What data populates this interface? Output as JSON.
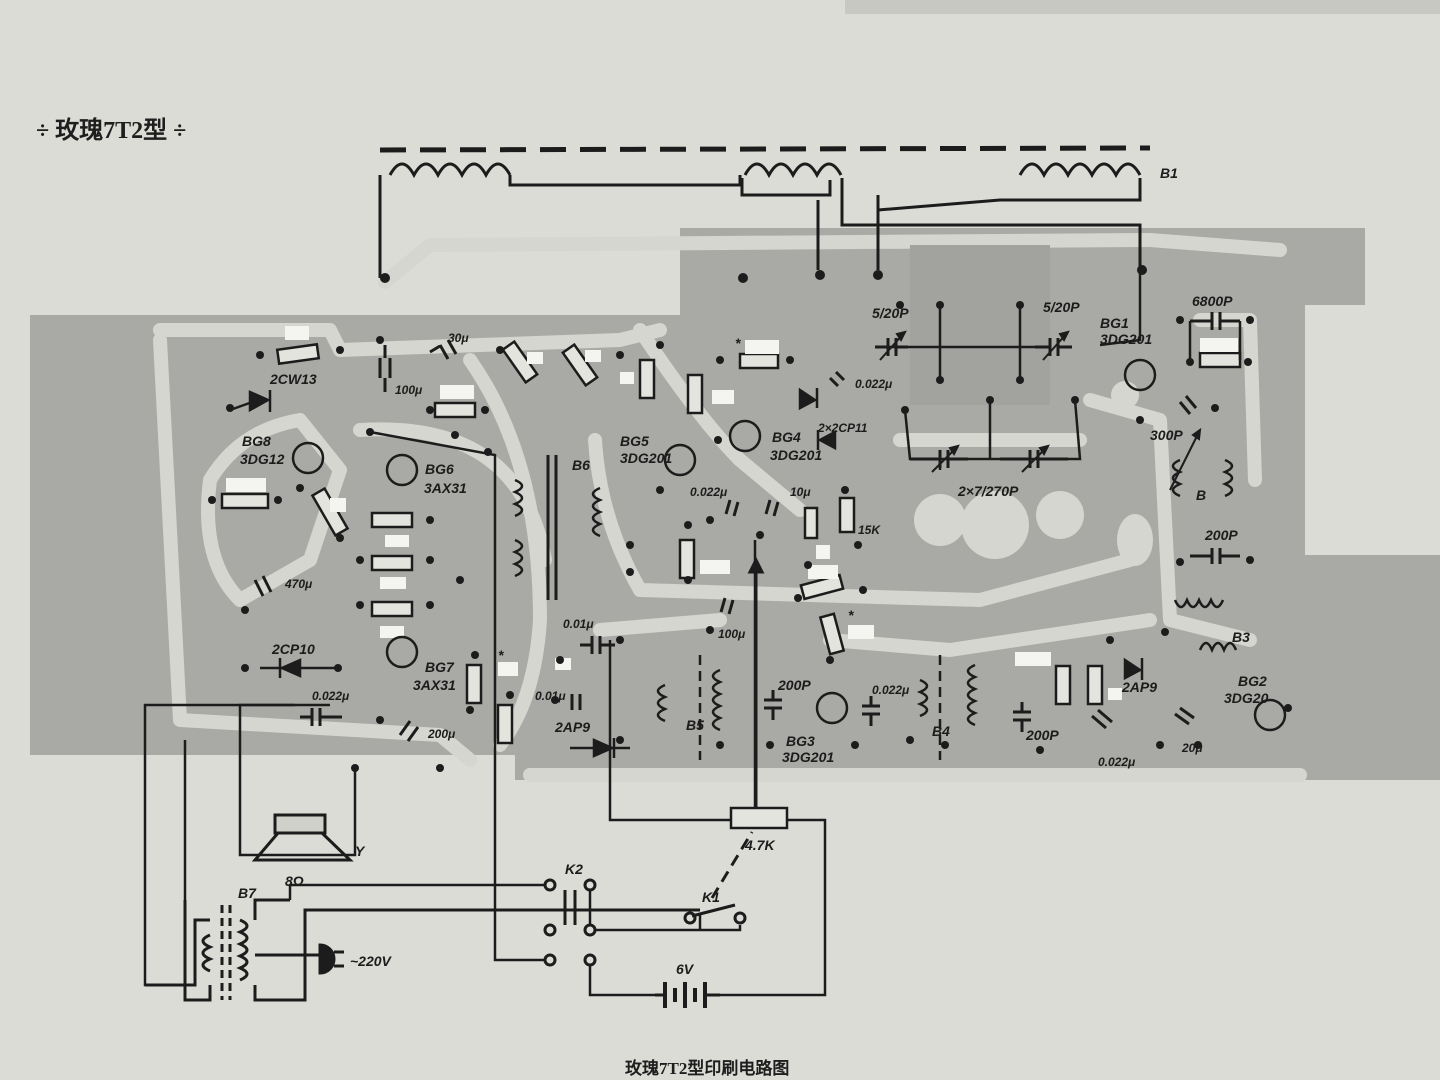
{
  "title": "÷ 玫瑰7T2型 ÷",
  "caption": "玫瑰7T2型印刷电路图",
  "colors": {
    "paper": "#dcdcd6",
    "board": "#a9a9a5",
    "trace": "#d6d6d0",
    "ink": "#1c1c1c"
  },
  "transformers": {
    "b1": "B1",
    "b2": "B",
    "b3": "B3",
    "b4": "B4",
    "b5": "B5",
    "b6": "B6",
    "b7": "B7"
  },
  "transistors": {
    "bg1": [
      "BG1",
      "3DG201"
    ],
    "bg2": [
      "BG2",
      "3DG20"
    ],
    "bg3": [
      "BG3",
      "3DG201"
    ],
    "bg4": [
      "BG4",
      "3DG201"
    ],
    "bg5": [
      "BG5",
      "3DG201"
    ],
    "bg6": [
      "BG6",
      "3AX31"
    ],
    "bg7": [
      "BG7",
      "3AX31"
    ],
    "bg8": [
      "BG8",
      "3DG12"
    ]
  },
  "diodes": {
    "d1": "2CW13",
    "d2": "2CP10",
    "d3": "2×2CP11",
    "d4": "2AP9",
    "d5": "2AP9"
  },
  "capacitors": {
    "c_5_20a": "5/20P",
    "c_5_20b": "5/20P",
    "c_6800": "6800P",
    "c_300": "300P",
    "c_200a": "200P",
    "c_200b": "200P",
    "c_200c": "200P",
    "c_2x7": "2×7/270P",
    "c_30u": "30μ",
    "c_100u_a": "100μ",
    "c_470u": "470μ",
    "c_0022a": "0.022μ",
    "c_200u": "200μ",
    "c_0022b": "0.022μ",
    "c_10u": "10μ",
    "c_100u_b": "100μ",
    "c_001a": "0.01μ",
    "c_001b": "0.01μ",
    "c_0022c": "0.022μ",
    "c_0022d": "0.022μ",
    "c_0022e": "0.022μ",
    "c_20u": "20μ"
  },
  "resistors": {
    "r_15k": "15K",
    "pot": "4.7K"
  },
  "switches": {
    "k1": "K1",
    "k2": "K2"
  },
  "speaker": {
    "ref": "Y",
    "impedance": "8Ω"
  },
  "power": {
    "mains": "~220V",
    "battery": "6V"
  },
  "marks": {
    "star": "*"
  }
}
